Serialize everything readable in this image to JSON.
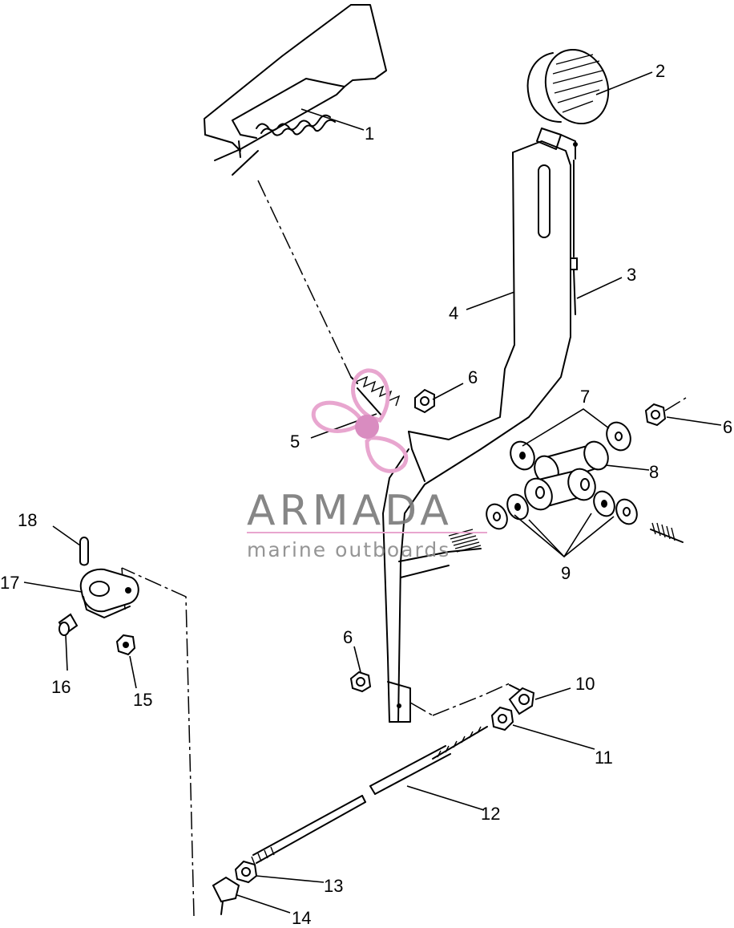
{
  "callouts": [
    {
      "id": "1",
      "label": "1"
    },
    {
      "id": "2",
      "label": "2"
    },
    {
      "id": "3",
      "label": "3"
    },
    {
      "id": "4",
      "label": "4"
    },
    {
      "id": "5",
      "label": "5"
    },
    {
      "id": "6a",
      "label": "6"
    },
    {
      "id": "6b",
      "label": "6"
    },
    {
      "id": "6c",
      "label": "6"
    },
    {
      "id": "7",
      "label": "7"
    },
    {
      "id": "8",
      "label": "8"
    },
    {
      "id": "9",
      "label": "9"
    },
    {
      "id": "10",
      "label": "10"
    },
    {
      "id": "11",
      "label": "11"
    },
    {
      "id": "12",
      "label": "12"
    },
    {
      "id": "13",
      "label": "13"
    },
    {
      "id": "14",
      "label": "14"
    },
    {
      "id": "15",
      "label": "15"
    },
    {
      "id": "16",
      "label": "16"
    },
    {
      "id": "17",
      "label": "17"
    },
    {
      "id": "18",
      "label": "18"
    }
  ],
  "watermark": {
    "brand": "ARMADA",
    "tagline": "marine outboards",
    "logo_color": "#e8a6cf",
    "logo_center_color": "#d98cc0",
    "text_color": "#7a7a7a",
    "underline_color": "#e8a6cf"
  }
}
